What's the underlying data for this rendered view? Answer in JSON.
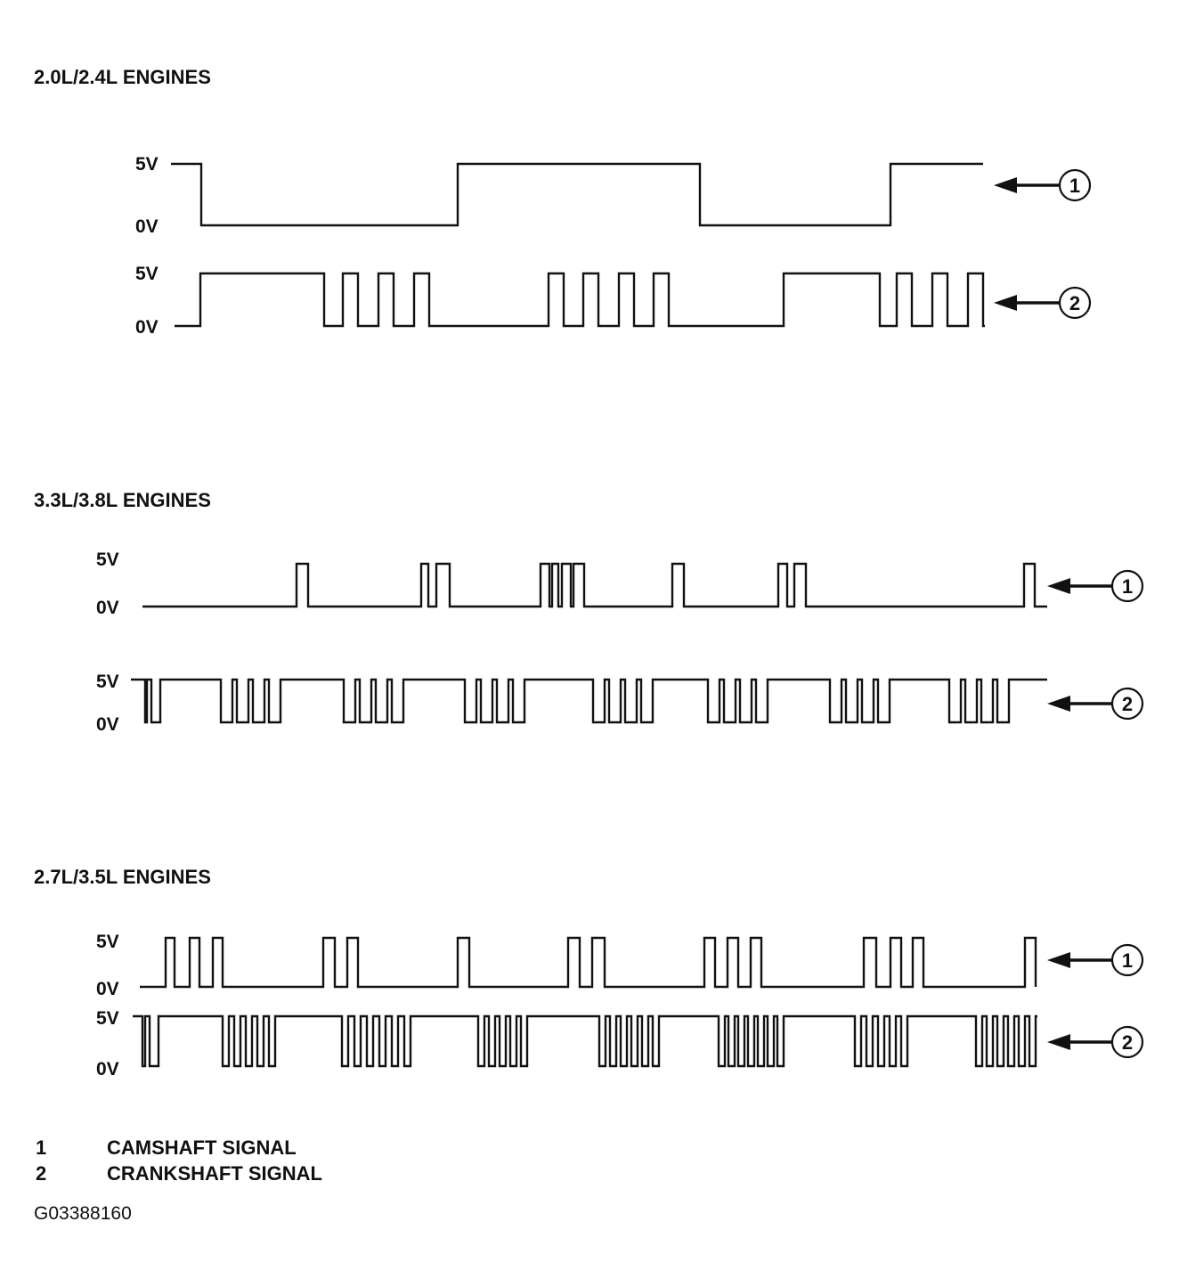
{
  "sections": [
    {
      "title": "2.0L/2.4L ENGINES"
    },
    {
      "title": "3.3L/3.8L ENGINES"
    },
    {
      "title": "2.7L/3.5L ENGINES"
    }
  ],
  "voltage_labels": {
    "high": "5V",
    "low": "0V"
  },
  "callouts": [
    "1",
    "2"
  ],
  "legend": [
    {
      "number": "1",
      "text": "CAMSHAFT SIGNAL"
    },
    {
      "number": "2",
      "text": "CRANKSHAFT SIGNAL"
    }
  ],
  "figure_code": "G03388160"
}
